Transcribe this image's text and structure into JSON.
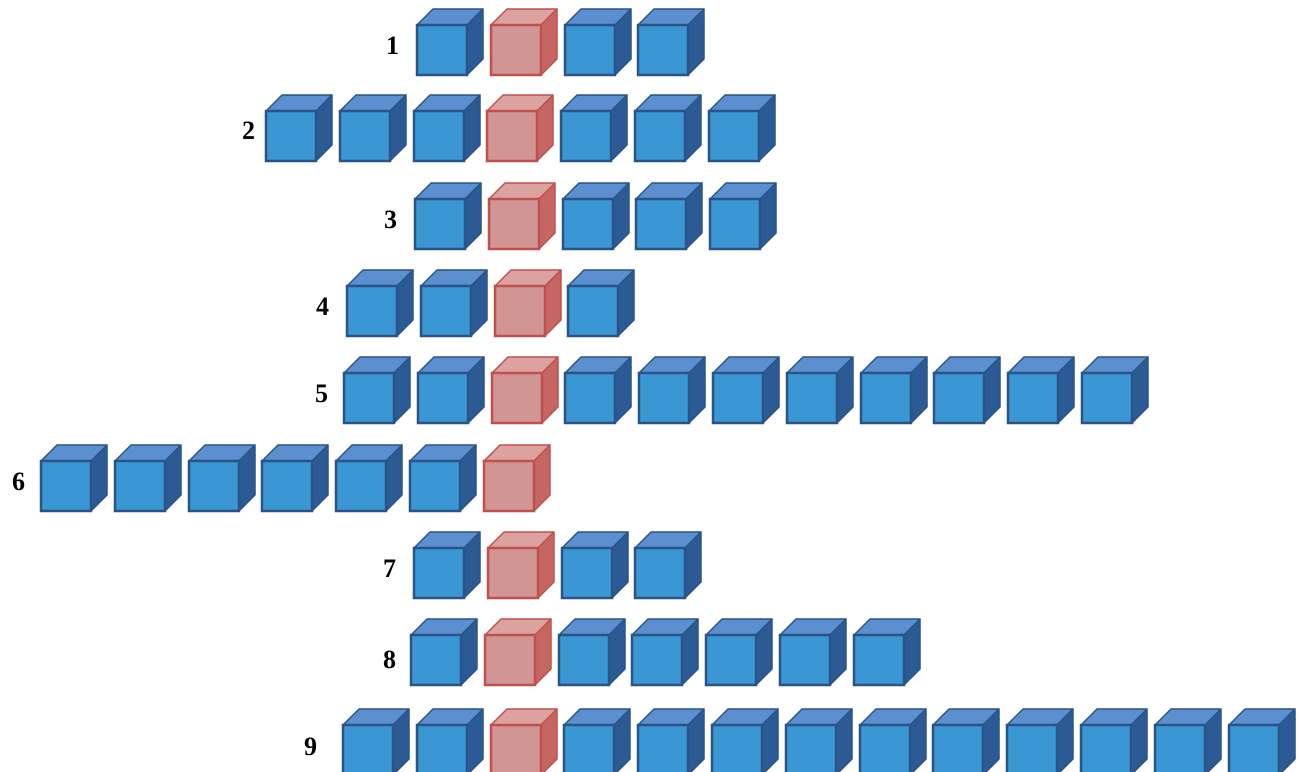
{
  "colors": {
    "blue_front": "#3b97d3",
    "blue_top": "#5b8fd0",
    "blue_side": "#2b5a94",
    "blue_edge": "#2a5488",
    "red_front": "#d19593",
    "red_top": "#dba2a0",
    "red_side": "#c66663",
    "red_edge": "#c0504d"
  },
  "rows": [
    {
      "label": "1",
      "cubes": [
        "blue",
        "red",
        "blue",
        "blue"
      ]
    },
    {
      "label": "2",
      "cubes": [
        "blue",
        "blue",
        "blue",
        "red",
        "blue",
        "blue",
        "blue"
      ]
    },
    {
      "label": "3",
      "cubes": [
        "blue",
        "red",
        "blue",
        "blue",
        "blue"
      ]
    },
    {
      "label": "4",
      "cubes": [
        "blue",
        "blue",
        "red",
        "blue"
      ]
    },
    {
      "label": "5",
      "cubes": [
        "blue",
        "blue",
        "red",
        "blue",
        "blue",
        "blue",
        "blue",
        "blue",
        "blue",
        "blue",
        "blue"
      ]
    },
    {
      "label": "6",
      "cubes": [
        "blue",
        "blue",
        "blue",
        "blue",
        "blue",
        "blue",
        "red"
      ]
    },
    {
      "label": "7",
      "cubes": [
        "blue",
        "red",
        "blue",
        "blue"
      ]
    },
    {
      "label": "8",
      "cubes": [
        "blue",
        "red",
        "blue",
        "blue",
        "blue",
        "blue",
        "blue"
      ]
    },
    {
      "label": "9",
      "cubes": [
        "blue",
        "blue",
        "red",
        "blue",
        "blue",
        "blue",
        "blue",
        "blue",
        "blue",
        "blue",
        "blue",
        "blue",
        "blue"
      ]
    }
  ]
}
